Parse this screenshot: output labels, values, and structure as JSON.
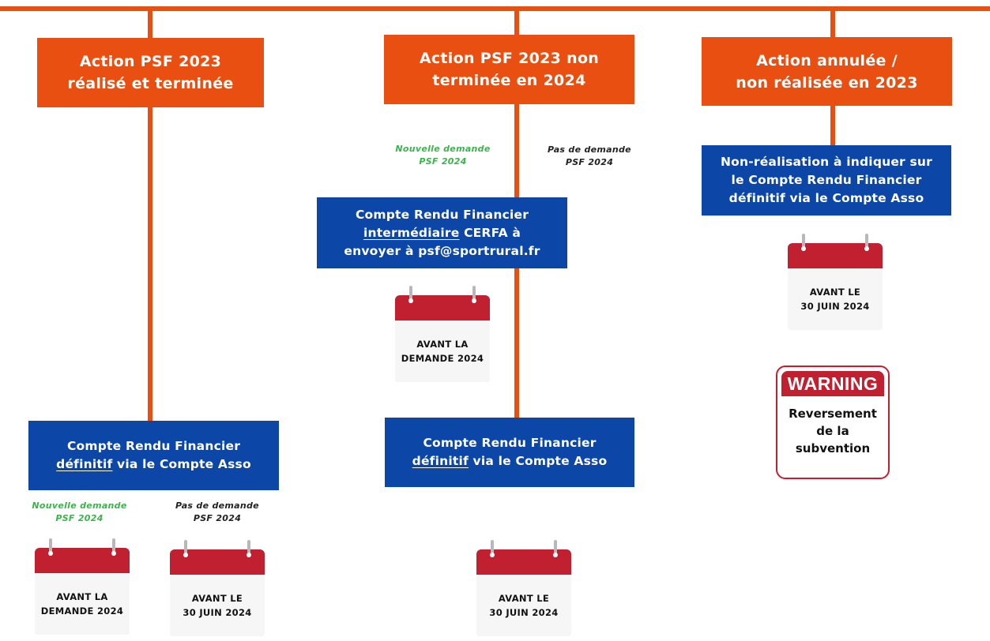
{
  "columns": [
    {
      "title": "Action PSF 2023\nréalisé et terminée",
      "steps": [
        {
          "box_parts": [
            [
              "Compte Rendu Financier"
            ],
            [
              {
                "u": "définitif"
              },
              " via le Compte Asso"
            ]
          ],
          "branches": [
            {
              "note": "Nouvelle demande\nPSF 2024",
              "note_color": "green",
              "deadline": [
                "AVANT LA",
                "DEMANDE 2024"
              ]
            },
            {
              "note": "Pas de demande\nPSF 2024",
              "note_color": "black",
              "deadline": [
                "AVANT LE",
                "30 JUIN 2024"
              ]
            }
          ]
        }
      ]
    },
    {
      "title": "Action PSF 2023 non\nterminée en 2024",
      "steps": [
        {
          "note_left": "Nouvelle demande\nPSF 2024",
          "note_right": "Pas de demande\nPSF 2024",
          "box_parts": [
            [
              "Compte Rendu Financier"
            ],
            [
              {
                "u": "intermédiaire"
              },
              " CERFA à"
            ],
            [
              "envoyer à psf@sportrural.fr"
            ]
          ],
          "deadline": [
            "AVANT LA",
            "DEMANDE 2024"
          ]
        },
        {
          "box_parts": [
            [
              "Compte Rendu Financier"
            ],
            [
              {
                "u": "définitif"
              },
              " via le Compte Asso"
            ]
          ],
          "deadline": [
            "AVANT LE",
            "30 JUIN 2024"
          ]
        }
      ]
    },
    {
      "title": "Action annulée /\nnon réalisée en 2023",
      "steps": [
        {
          "box_parts": [
            [
              "Non-réalisation à indiquer sur"
            ],
            [
              "le Compte Rendu Financier"
            ],
            [
              "définitif via le Compte Asso"
            ]
          ],
          "deadline": [
            "AVANT LE",
            "30 JUIN 2024"
          ]
        }
      ],
      "warning": {
        "label": "WARNING",
        "text": "Reversement\nde la\nsubvention"
      }
    }
  ],
  "colors": {
    "orange": "#ea4f12",
    "blue": "#0c47a8",
    "red": "#c0202f",
    "green": "#39b54a"
  }
}
